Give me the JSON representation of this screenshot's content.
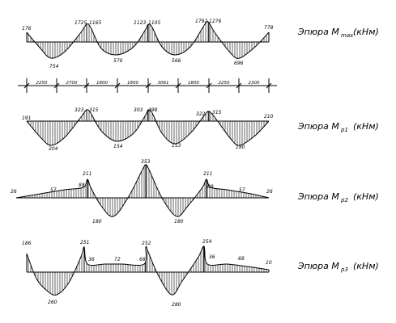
{
  "diagrams": [
    {
      "id": "mmax",
      "title_prefix": "Эпюра M",
      "title_sub": "max",
      "title_suffix": "(кНм)",
      "labels": [
        {
          "text": "176"
        },
        {
          "text": "754"
        },
        {
          "text": "1725"
        },
        {
          "text": "1165"
        },
        {
          "text": "570"
        },
        {
          "text": "1123"
        },
        {
          "text": "1105"
        },
        {
          "text": "566"
        },
        {
          "text": "1792"
        },
        {
          "text": "1276"
        },
        {
          "text": "696"
        },
        {
          "text": "778"
        }
      ]
    },
    {
      "id": "mp1",
      "title_prefix": "Эпюра M",
      "title_sub": "p1",
      "title_suffix": "(кНм)",
      "labels": [
        {
          "text": "191"
        },
        {
          "text": "204"
        },
        {
          "text": "323"
        },
        {
          "text": "315"
        },
        {
          "text": "154"
        },
        {
          "text": "303"
        },
        {
          "text": "298"
        },
        {
          "text": "153"
        },
        {
          "text": "322"
        },
        {
          "text": "315"
        },
        {
          "text": "180"
        },
        {
          "text": "210"
        }
      ]
    },
    {
      "id": "mp2",
      "title_prefix": "Эпюра M",
      "title_sub": "p2",
      "title_suffix": "(кНм)",
      "labels": [
        {
          "text": "26"
        },
        {
          "text": "57"
        },
        {
          "text": "88"
        },
        {
          "text": "211"
        },
        {
          "text": "180"
        },
        {
          "text": "353"
        },
        {
          "text": "180"
        },
        {
          "text": "211"
        },
        {
          "text": "88"
        },
        {
          "text": "57"
        },
        {
          "text": "26"
        }
      ]
    },
    {
      "id": "mp3",
      "title_prefix": "Эпюра M",
      "title_sub": "p3",
      "title_suffix": "(кНм)",
      "labels": [
        {
          "text": "186"
        },
        {
          "text": "260"
        },
        {
          "text": "251"
        },
        {
          "text": "36"
        },
        {
          "text": "72"
        },
        {
          "text": "68"
        },
        {
          "text": "252"
        },
        {
          "text": "280"
        },
        {
          "text": "254"
        },
        {
          "text": "36"
        },
        {
          "text": "68"
        },
        {
          "text": "10"
        }
      ]
    }
  ],
  "dimension_line": {
    "labels": [
      "2250",
      "2700",
      "1800",
      "1800",
      "3061",
      "1800",
      "2250",
      "2300"
    ]
  }
}
